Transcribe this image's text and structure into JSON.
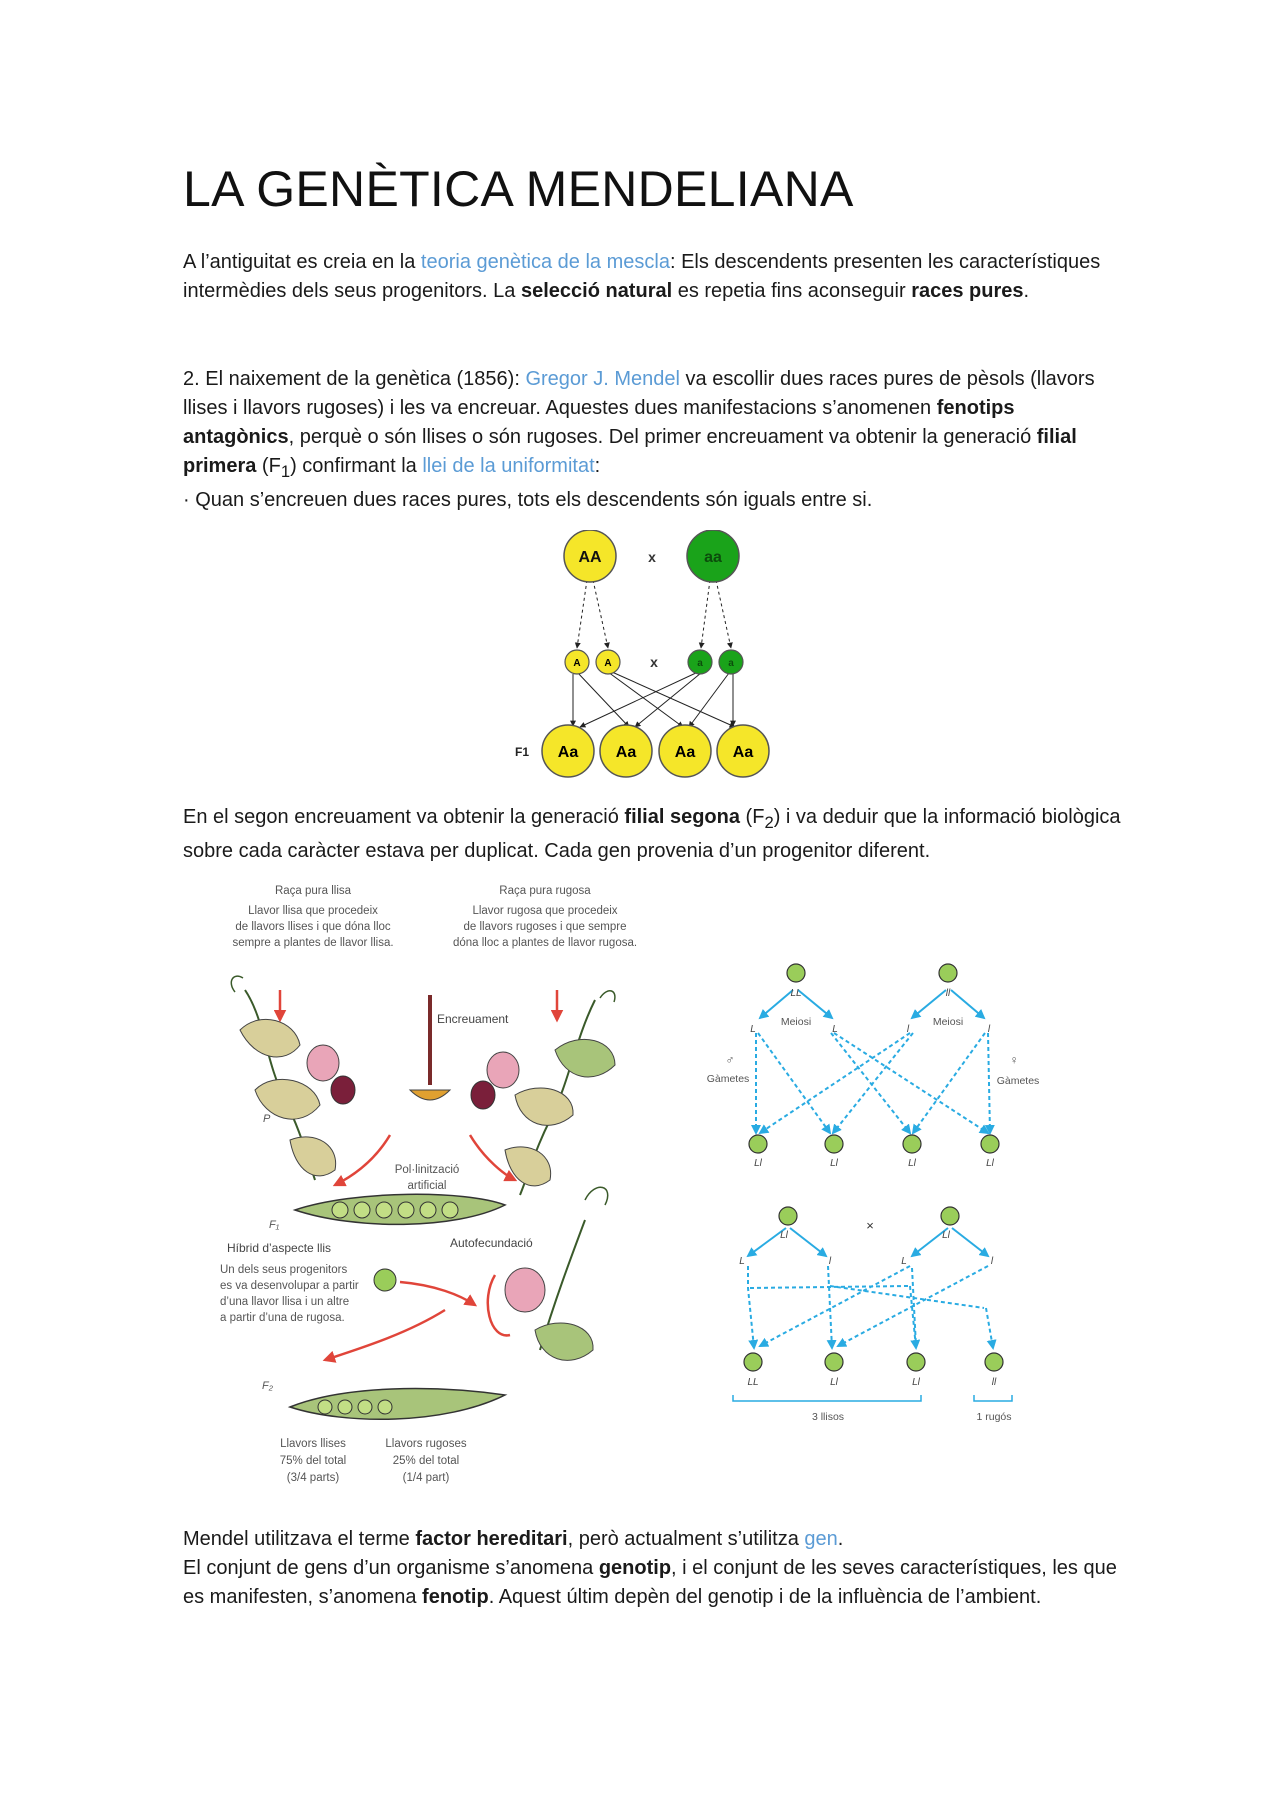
{
  "title": "LA GENÈTICA MENDELIANA",
  "intro": {
    "t1": "A l’antiguitat es creia en la ",
    "link1": "teoria genètica de la mescla",
    "t2": ": Els descendents presenten les característiques intermèdies dels seus progenitors. La ",
    "b1": "selecció natural",
    "t3": " es repetia fins aconseguir ",
    "b2": "races pures",
    "t4": "."
  },
  "section2": {
    "t1": "2. El naixement de la genètica (1856): ",
    "link1": "Gregor J. Mendel",
    "t2": " va escollir dues races pures de pèsols (llavors llises i llavors rugoses) i les va encreuar. Aquestes dues manifestacions s’anomenen ",
    "b1": "fenotips antagònics",
    "t3": ", perquè o són llises o són rugoses. Del primer encreuament va obtenir la generació ",
    "b2": "filial primera",
    "t4": " (F",
    "sub": "1",
    "t5": ") confirmant la ",
    "link2": "llei de la uniformitat",
    "t6": ":",
    "bullet": "· Quan s’encreuen dues races pures, tots els descendents són iguals entre si."
  },
  "cross_diagram": {
    "parent1": "AA",
    "parent2": "aa",
    "cross": "x",
    "gametes_dominant": [
      "A",
      "A"
    ],
    "gametes_recessive": [
      "a",
      "a"
    ],
    "f1_label": "F1",
    "f1": [
      "Aa",
      "Aa",
      "Aa",
      "Aa"
    ],
    "colors": {
      "dominant": "#f5e629",
      "recessive": "#1aa31a"
    }
  },
  "section3": {
    "t1": "En el segon encreuament va obtenir la generació ",
    "b1": "filial segona",
    "t2": " (F",
    "sub": "2",
    "t3": ") i va deduir que la informació biològica sobre cada caràcter estava per duplicat. Cada gen provenia d’un progenitor diferent."
  },
  "plant_figure": {
    "left_title": "Raça pura llisa",
    "left_desc": [
      "Llavor llisa que procedeix",
      "de llavors llises i que dóna lloc",
      "sempre a plantes de llavor llisa."
    ],
    "right_title": "Raça pura rugosa",
    "right_desc": [
      "Llavor rugosa que procedeix",
      "de llavors rugoses i que sempre",
      "dóna lloc a plantes de llavor rugosa."
    ],
    "crossing": "Encreuament",
    "p_label": "P",
    "pollination": [
      "Pol·linització",
      "artificial"
    ],
    "f1_label": "F₁",
    "hybrid": "Híbrid d’aspecte llis",
    "hybrid_desc": [
      "Un dels seus progenitors",
      "es va desenvolupar a partir",
      "d’una llavor llisa i un altre",
      "a partir d’una de rugosa."
    ],
    "selfing": "Autofecundació",
    "f2_label": "F₂",
    "smooth": [
      "Llavors llises",
      "75% del total",
      "(3/4 parts)"
    ],
    "wrinkled": [
      "Llavors rugoses",
      "25% del total",
      "(1/4 part)"
    ]
  },
  "meiosis_figure": {
    "top_parents": [
      "LL",
      "ll"
    ],
    "meiosis": "Meiosi",
    "alleles_left": [
      "L",
      "L"
    ],
    "alleles_right": [
      "l",
      "l"
    ],
    "gametes_left": "♂\nGàmetes",
    "gametes_right": "♀\nGàmetes",
    "hybrids": [
      "Ll",
      "Ll",
      "Ll",
      "Ll"
    ],
    "second_parents": [
      "Ll",
      "Ll"
    ],
    "cross": "×",
    "second_alleles": [
      "L",
      "l",
      "L",
      "l"
    ],
    "offspring": [
      "LL",
      "Ll",
      "Ll",
      "ll"
    ],
    "smooth_count": "3 llisos",
    "wrinkled_count": "1 rugós",
    "colors": {
      "arrows": "#29abe2",
      "pea": "#9acd5a"
    }
  },
  "section4": {
    "line1_t1": "Mendel utilitzava el terme ",
    "line1_b1": "factor hereditari",
    "line1_t2": ", però actualment s’utilitza ",
    "line1_link": "gen",
    "line1_t3": ".",
    "t1": "El conjunt de gens d’un organisme s’anomena ",
    "b1": "genotip",
    "t2": ", i el conjunt de les seves característiques, les que es manifesten, s’anomena ",
    "b2": "fenotip",
    "t3": ". Aquest últim depèn del genotip i de la influència de l’ambient."
  },
  "colors": {
    "link": "#5b9bd5",
    "red_arrow": "#e0453a"
  }
}
